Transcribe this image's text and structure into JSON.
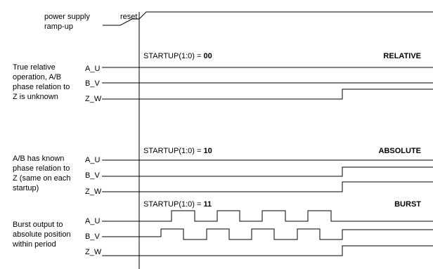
{
  "header": {
    "power_supply_label": [
      "power supply",
      "ramp-up"
    ],
    "reset_label": "reset"
  },
  "startup_prefix": "STARTUP(1:0) = ",
  "panels": [
    {
      "id": "relative",
      "description": [
        "True relative",
        "operation, A/B",
        "phase relation to",
        "Z is unknown"
      ],
      "startup_value": "00",
      "mode": "RELATIVE",
      "signals": [
        "A_U",
        "B_V",
        "Z_W"
      ]
    },
    {
      "id": "absolute",
      "description": [
        "A/B has known",
        "phase relation to",
        "Z (same on each",
        "startup)"
      ],
      "startup_value": "10",
      "mode": "ABSOLUTE",
      "signals": [
        "A_U",
        "B_V",
        "Z_W"
      ]
    },
    {
      "id": "burst",
      "description": [
        "Burst output to",
        "absolute position",
        "within period"
      ],
      "startup_value": "11",
      "mode": "BURST",
      "signals": [
        "A_U",
        "B_V",
        "Z_W"
      ]
    }
  ]
}
